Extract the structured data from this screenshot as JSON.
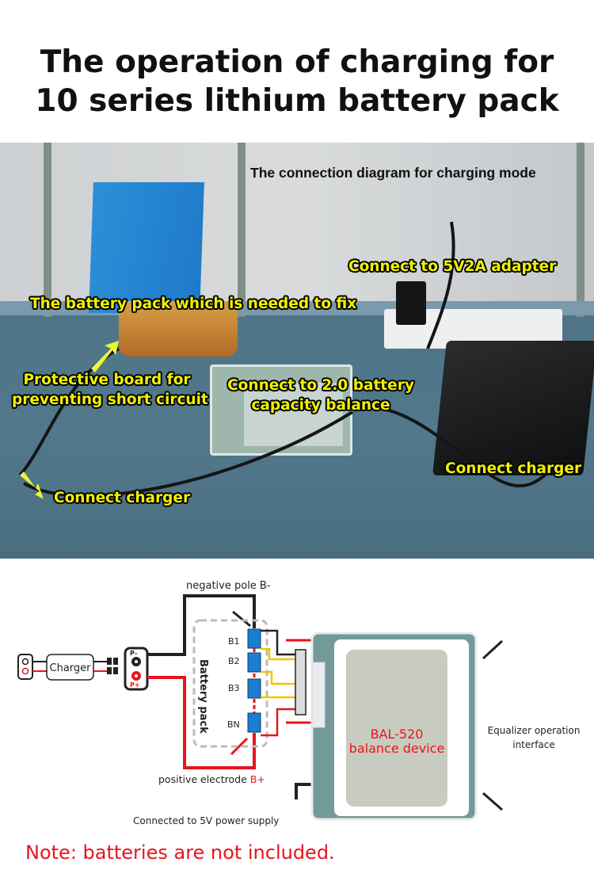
{
  "title": {
    "line1": "The operation of charging for",
    "line2": "10 series lithium battery pack"
  },
  "photo": {
    "caption": "The connection diagram for charging mode",
    "labels": {
      "adapter": "Connect to 5V2A adapter",
      "battery_pack": "The battery pack which is needed to fix",
      "protective_line1": "Protective board for",
      "protective_line2": "preventing short circuit",
      "balance_line1": "Connect to 2.0 battery",
      "balance_line2": "capacity balance",
      "charger_right": "Connect charger",
      "charger_left": "Connect charger"
    },
    "label_color": "#f0f000"
  },
  "diagram": {
    "negative_pole": "negative pole B-",
    "positive_electrode": "positive electrode ",
    "positive_electrode_mark": "B+",
    "charger": "Charger",
    "p_minus": "P–",
    "p_plus": "P+",
    "battery_pack": "Battery pack",
    "cells": [
      "B1",
      "B2",
      "B3",
      "BN"
    ],
    "device_line1": "BAL-520",
    "device_line2": "balance device",
    "interface_line1": "Equalizer operation",
    "interface_line2": "interface",
    "power_supply": "Connected to 5V power supply",
    "colors": {
      "wire_red": "#e8141c",
      "wire_yellow": "#f5c400",
      "cell_blue": "#1a7fd0",
      "device_teal": "#74999a"
    }
  },
  "note": "Note: batteries are not included."
}
